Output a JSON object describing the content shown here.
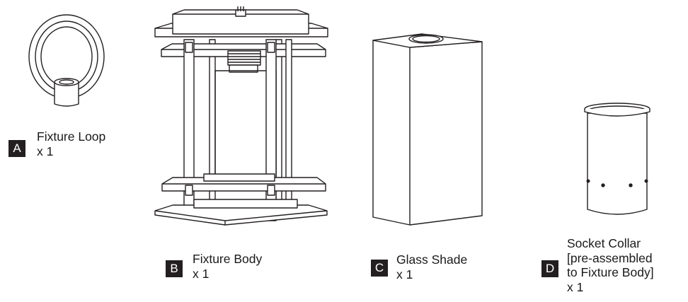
{
  "colors": {
    "ink": "#231f20",
    "badge_text": "#ffffff",
    "background": "#ffffff"
  },
  "parts": [
    {
      "letter": "A",
      "name": "Fixture Loop",
      "qty": "x 1"
    },
    {
      "letter": "B",
      "name": "Fixture Body",
      "qty": "x 1"
    },
    {
      "letter": "C",
      "name": "Glass Shade",
      "qty": "x  1"
    },
    {
      "letter": "D",
      "name_lines": [
        "Socket Collar",
        "[pre-assembled",
        "to Fixture Body]"
      ],
      "qty": "x  1"
    }
  ]
}
